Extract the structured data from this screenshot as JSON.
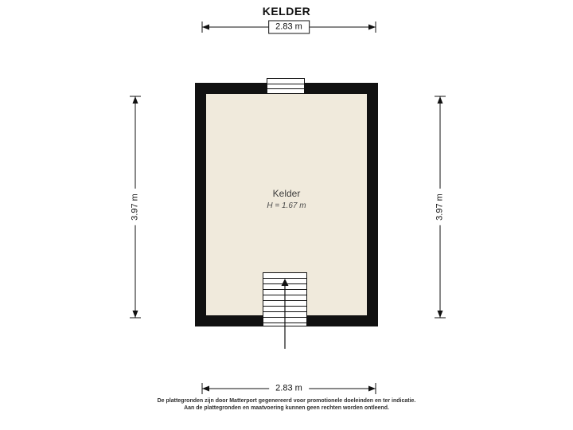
{
  "title": "KELDER",
  "colors": {
    "wall": "#111111",
    "floor": "#F0EADC",
    "background": "#FFFFFF",
    "dimension": "#111111"
  },
  "room": {
    "name": "Kelder",
    "height": "H = 1.67 m"
  },
  "dimensions": {
    "top": "2.83 m",
    "bottom": "2.83 m",
    "left": "3.97 m",
    "right": "3.97 m"
  },
  "footer": {
    "line1": "De plattegronden zijn door Matterport gegenereerd voor promotionele doeleinden en ter indicatie.",
    "line2": "Aan de plattegronden en maatvoering kunnen geen rechten worden ontleend."
  }
}
